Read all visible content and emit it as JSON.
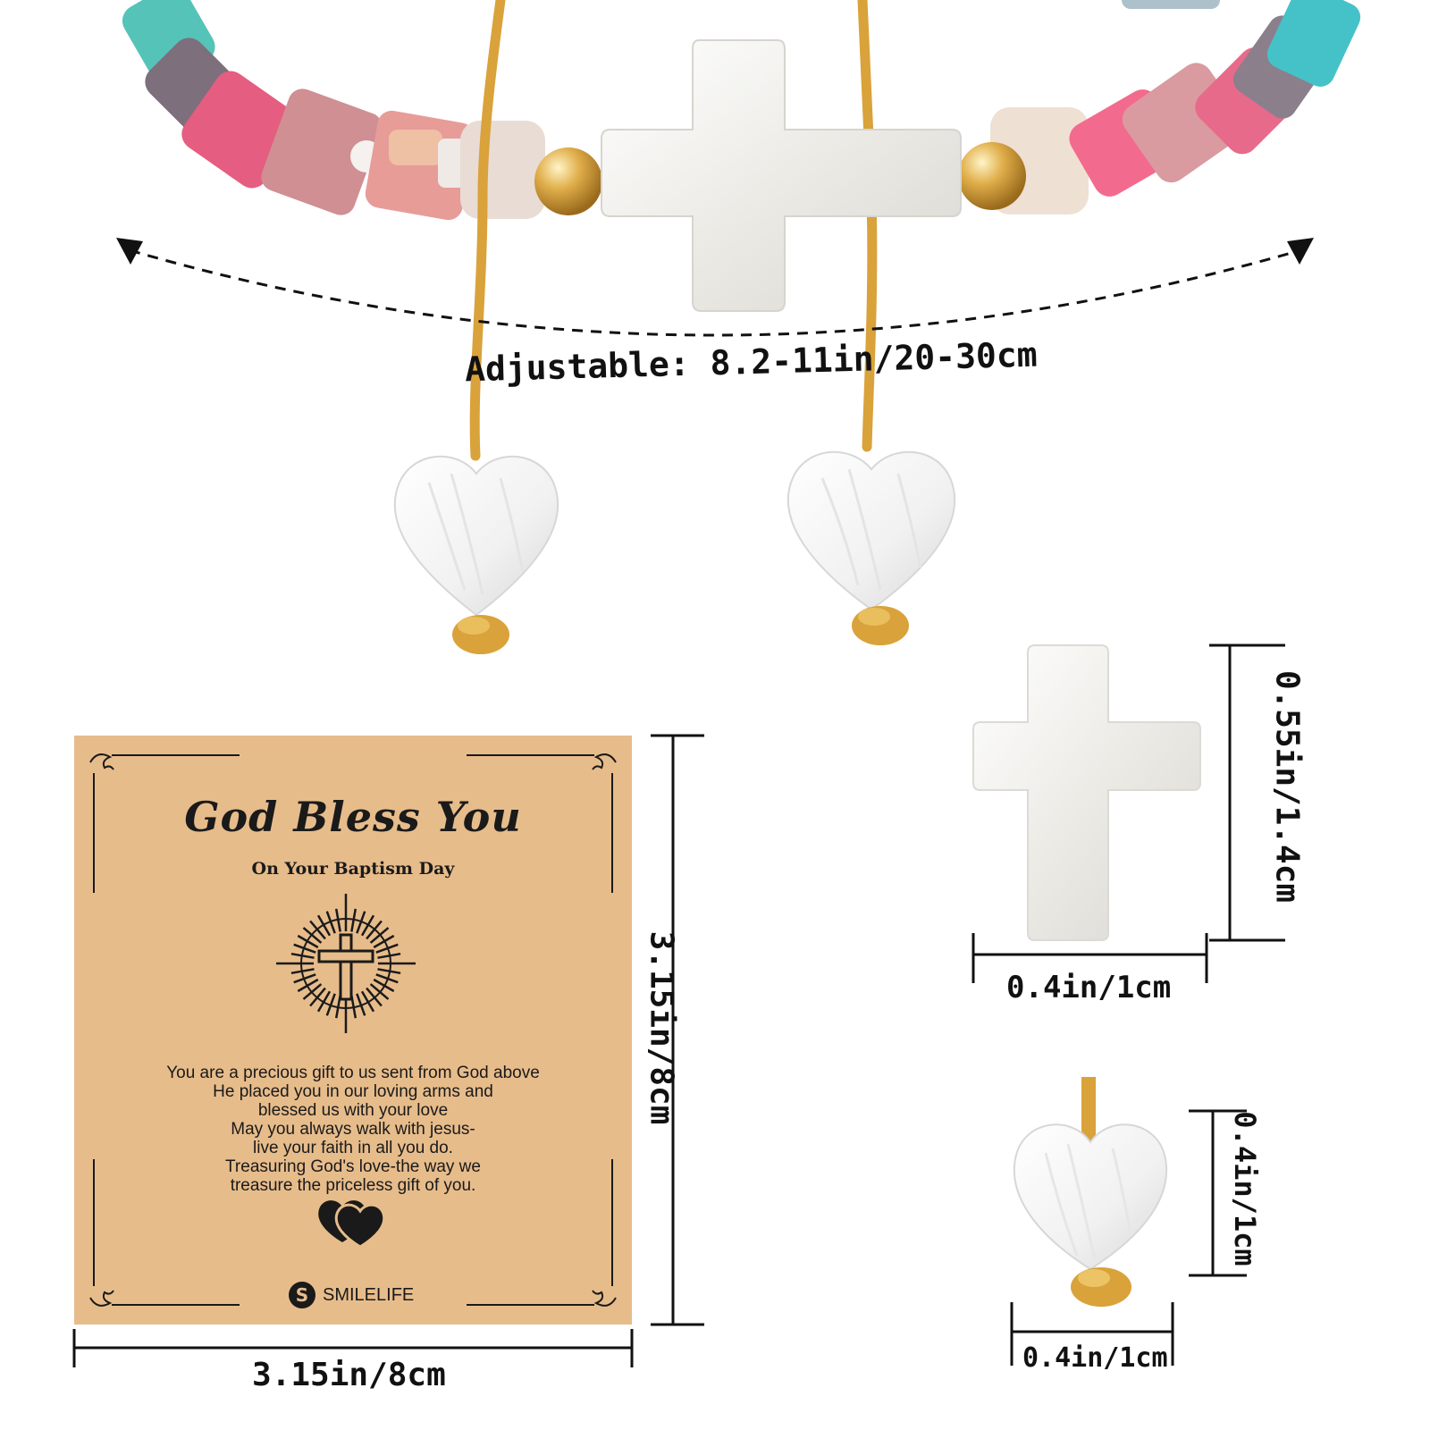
{
  "product": {
    "adjustable_label": "Adjustable: 8.2-11in/20-30cm"
  },
  "card": {
    "title": "God Bless You",
    "subtitle": "On Your Baptism Day",
    "poem_lines": [
      "You are a precious gift to us sent from God above",
      "He placed you in our loving arms and",
      "blessed us with your love",
      "May you always walk with jesus-",
      "live your faith in all you do.",
      "Treasuring God's love-the way we",
      "treasure the priceless gift of you."
    ],
    "brand": "SMILELIFE",
    "background_color": "#e7bc8b"
  },
  "dimensions": {
    "card_width": "3.15in/8cm",
    "card_height": "3.15in/8cm",
    "cross_height": "0.55in/1.4cm",
    "cross_width": "0.4in/1cm",
    "heart_height": "0.4in/1cm",
    "heart_width": "0.4in/1cm"
  },
  "colors": {
    "cord": "#d9a23a",
    "gold_bead": "#d9a43c",
    "shell": "#f4f3f0"
  }
}
